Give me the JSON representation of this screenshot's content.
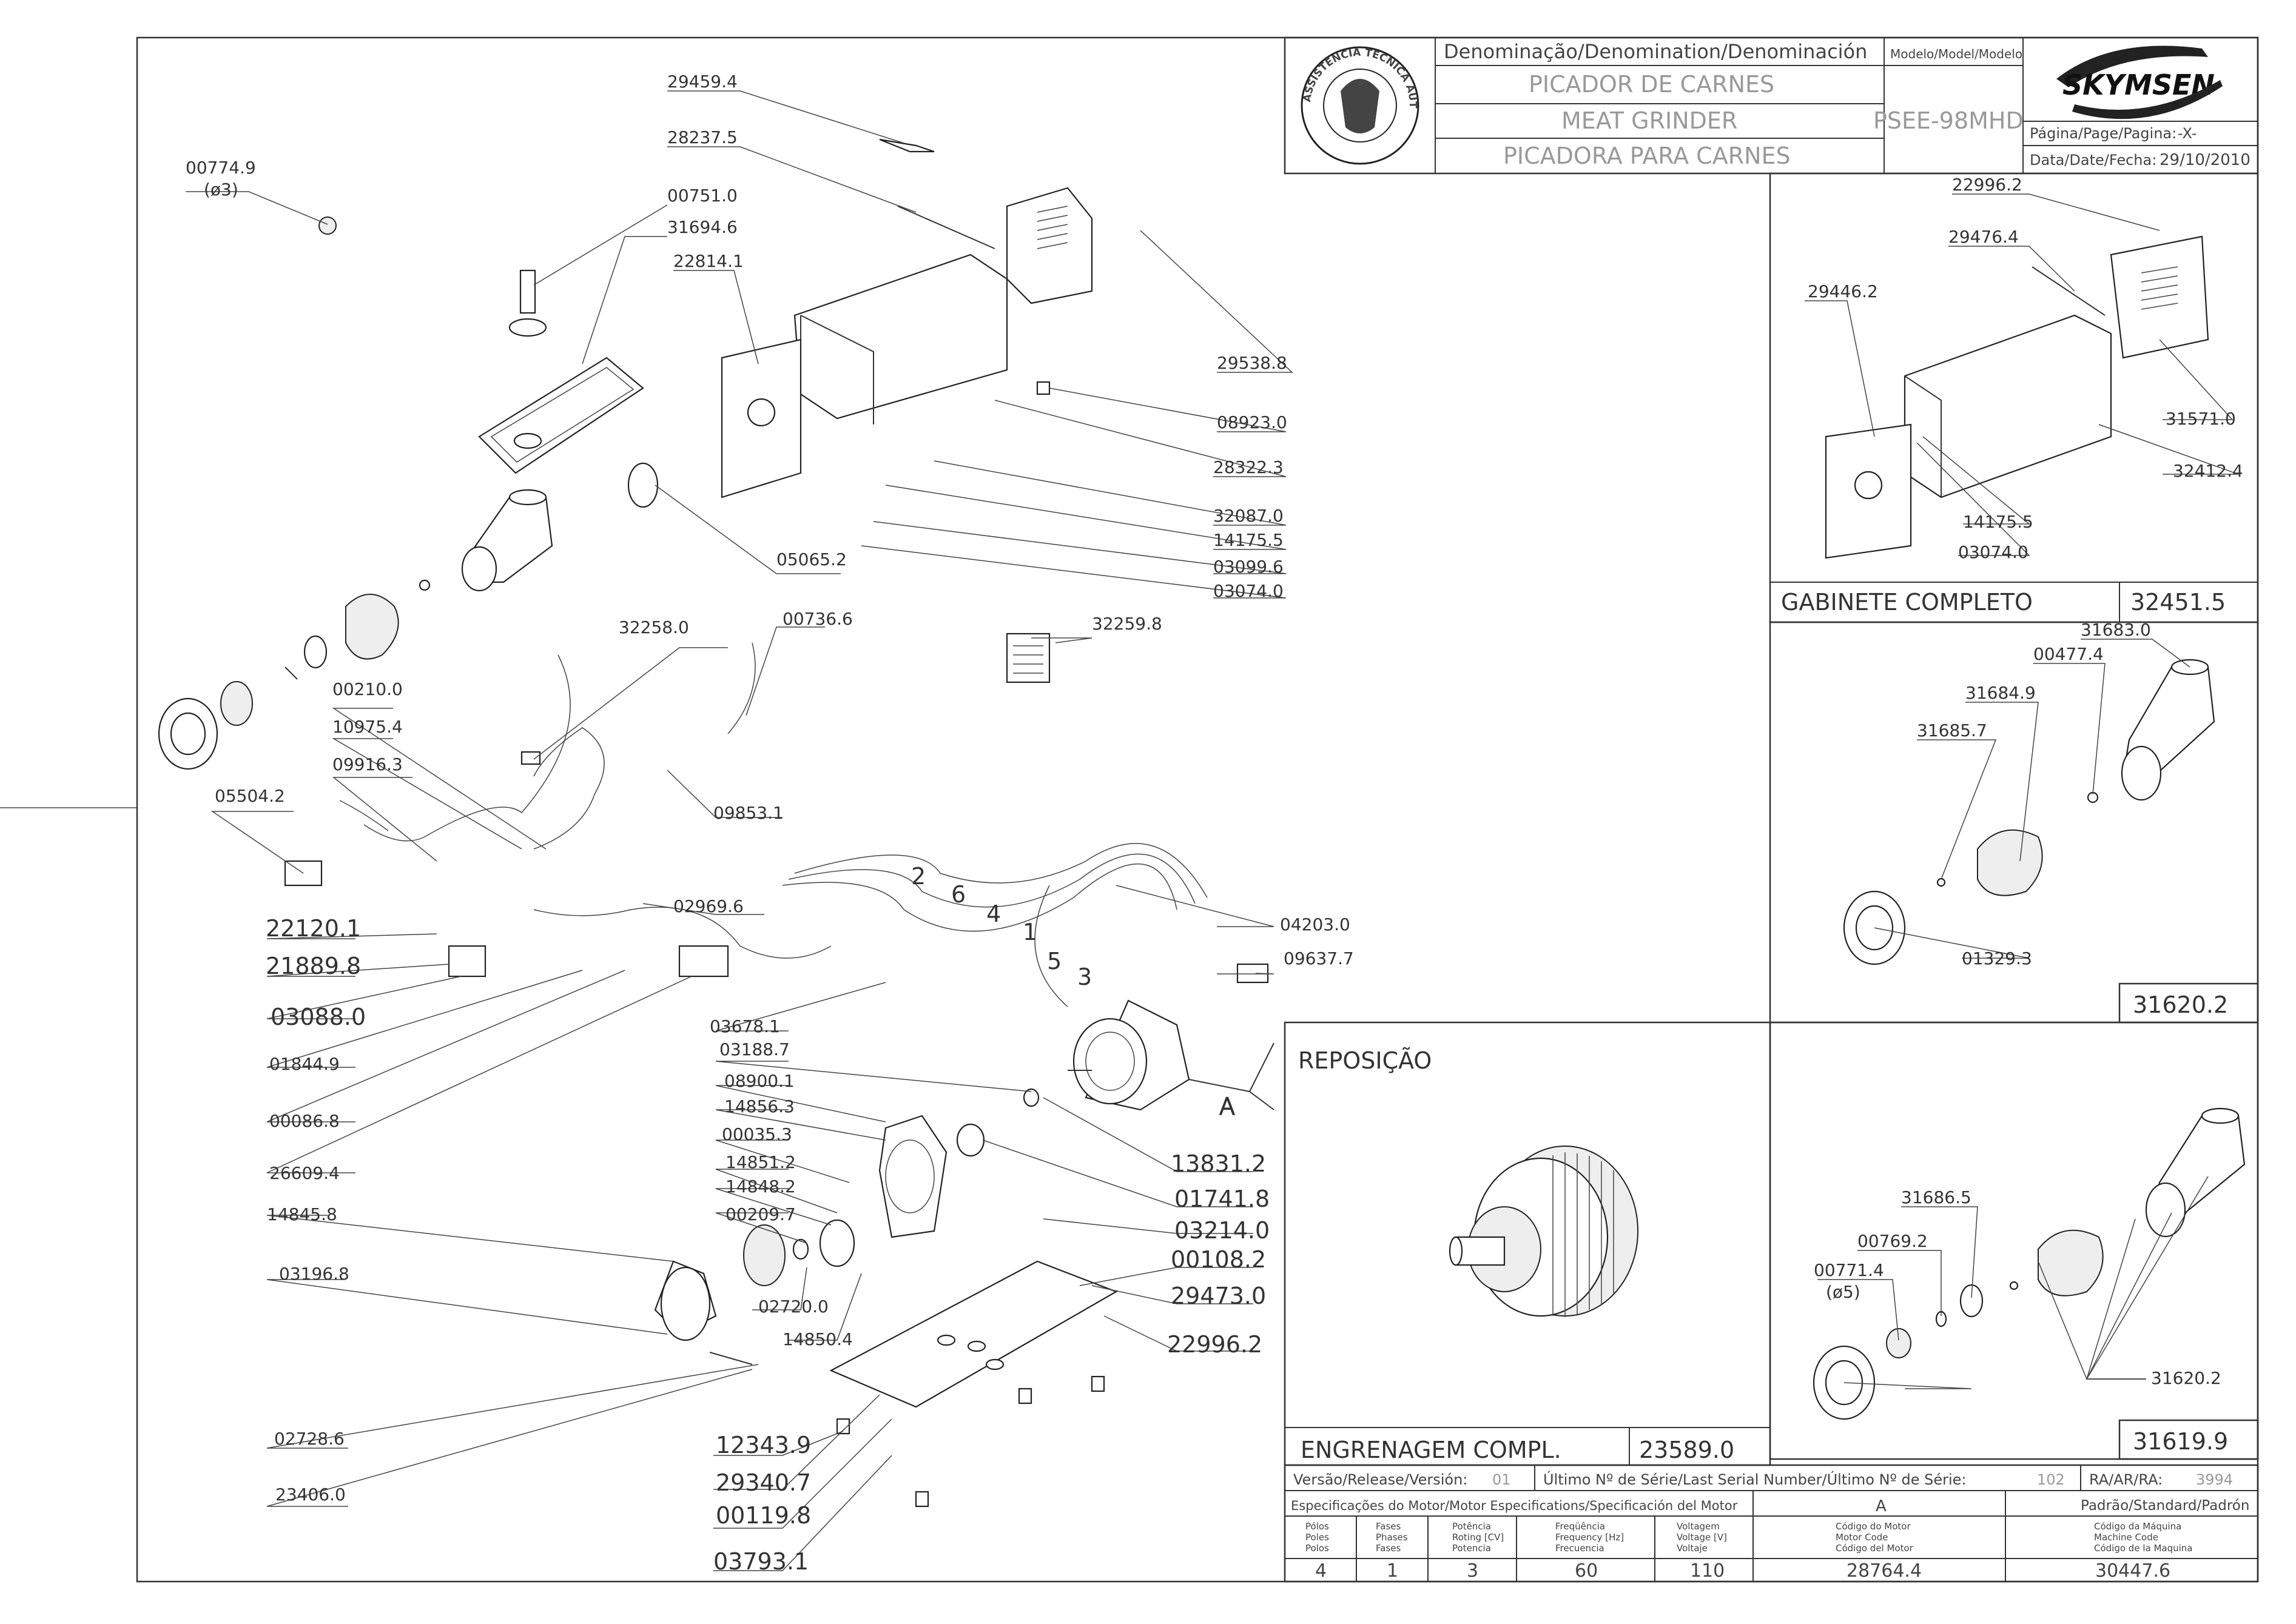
{
  "header": {
    "denomination_label": "Denominação/Denomination/Denominación",
    "model_label": "Modelo/Model/Modelo",
    "name_pt": "PICADOR DE CARNES",
    "name_en": "MEAT GRINDER",
    "name_es": "PICADORA PARA CARNES",
    "model_value": "PSEE-98MHD",
    "page_label": "Página/Page/Pagina:",
    "page_value": "-X-",
    "date_label": "Data/Date/Fecha:",
    "date_value": "29/10/2010",
    "brand": "SKYMSEN",
    "seal_text": "ASSISTÊNCIA TÉCNICA AUTORIZADA"
  },
  "main_diagram": {
    "parts": [
      "29459.4",
      "28237.5",
      "00774.9",
      "(ø3)",
      "00751.0",
      "31694.6",
      "22814.1",
      "29538.8",
      "08923.0",
      "28322.3",
      "32087.0",
      "14175.5",
      "03099.6",
      "03074.0",
      "05065.2",
      "32259.8",
      "32258.0",
      "00736.6",
      "00210.0",
      "10975.4",
      "09916.3",
      "05504.2",
      "09853.1",
      "02969.6",
      "22120.1",
      "21889.8",
      "03088.0",
      "01844.9",
      "00086.8",
      "26609.4",
      "04203.0",
      "09637.7",
      "03678.1",
      "03188.7",
      "08900.1",
      "14856.3",
      "00035.3",
      "14851.2",
      "14848.2",
      "00209.7",
      "14845.8",
      "03196.8",
      "02720.0",
      "14850.4",
      "13831.2",
      "01741.8",
      "03214.0",
      "00108.2",
      "29473.0",
      "22996.2",
      "02728.6",
      "23406.0",
      "12343.9",
      "29340.7",
      "00119.8",
      "03793.1"
    ],
    "wire_numbers": [
      "2",
      "6",
      "4",
      "1",
      "5",
      "3"
    ],
    "motor_letter": "A"
  },
  "cabinet_panel": {
    "parts": [
      "22996.2",
      "29476.4",
      "29446.2",
      "31571.0",
      "32412.4",
      "14175.5",
      "03074.0"
    ],
    "title": "GABINETE COMPLETO",
    "code": "32451.5"
  },
  "head_panel_1": {
    "parts": [
      "31683.0",
      "00477.4",
      "31684.9",
      "31685.7",
      "01329.3"
    ],
    "code": "31620.2"
  },
  "head_panel_2": {
    "parts": [
      "31686.5",
      "00769.2",
      "00771.4",
      "(ø5)",
      "31620.2"
    ],
    "code": "31619.9"
  },
  "replacement_panel": {
    "title": "REPOSIÇÃO",
    "caption": "ENGRENAGEM COMPL.",
    "code": "23589.0"
  },
  "footer": {
    "version_label": "Versão/Release/Versión:",
    "version_value": "01",
    "serial_label": "Último Nº de Série/Last Serial Number/Último Nº de Série:",
    "serial_value": "102",
    "ra_label": "RA/AR/RA:",
    "ra_value": "3994",
    "motor_spec_label": "Especificações do Motor/Motor Especifications/Specificación del Motor",
    "motor_col": "A",
    "standard_col": "Padrão/Standard/Padrón",
    "columns": [
      {
        "h1": "Pólos",
        "h2": "Poles",
        "h3": "Polos",
        "value": "4"
      },
      {
        "h1": "Fases",
        "h2": "Phases",
        "h3": "Fases",
        "value": "1"
      },
      {
        "h1": "Potência",
        "h2": "Roting [CV]",
        "h3": "Potencia",
        "value": "3"
      },
      {
        "h1": "Freqüência",
        "h2": "Frequency [Hz]",
        "h3": "Frecuencia",
        "value": "60"
      },
      {
        "h1": "Voltagem",
        "h2": "Voltage [V]",
        "h3": "Voltaje",
        "value": "110"
      },
      {
        "h1": "Código do Motor",
        "h2": "Motor Code",
        "h3": "Código del Motor",
        "value": "28764.4"
      },
      {
        "h1": "Código da Máquina",
        "h2": "Machine Code",
        "h3": "Código de la Maquina",
        "value": "30447.6"
      }
    ]
  }
}
